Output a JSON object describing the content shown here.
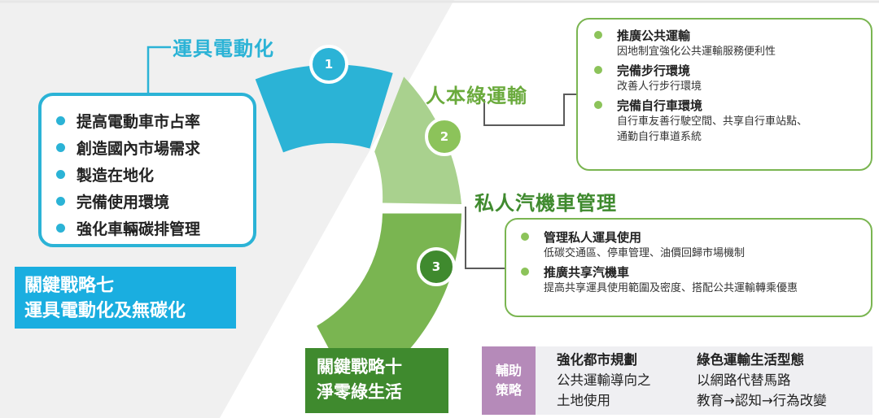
{
  "colors": {
    "blue": "#2bb3d6",
    "label_blue": "#1aaee0",
    "light_green": "#8cc35a",
    "pale_green": "#a9d18e",
    "mid_green": "#7ab551",
    "dark_green": "#3f8a2e",
    "purple": "#b58ab9",
    "gray_bg": "#f0f0f0"
  },
  "segments": [
    {
      "number": "1",
      "title": "運具電動化"
    },
    {
      "number": "2",
      "title": "人本綠運輸"
    },
    {
      "number": "3",
      "title": "私人汽機車管理"
    }
  ],
  "strategy7": {
    "items": [
      "提高電動車市占率",
      "創造國內市場需求",
      "製造在地化",
      "完備使用環境",
      "強化車輛碳排管理"
    ],
    "label_line1": "關鍵戰略七",
    "label_line2": "運具電動化及無碳化"
  },
  "human_transport": {
    "groups": [
      {
        "title": "推廣公共運輸",
        "desc": [
          "因地制宜強化公共運輸服務便利性"
        ]
      },
      {
        "title": "完備步行環境",
        "desc": [
          "改善人行步行環境"
        ]
      },
      {
        "title": "完備自行車環境",
        "desc": [
          "自行車友善行駛空間、共享自行車站點、",
          "通勤自行車道系統"
        ]
      }
    ]
  },
  "private_vehicle": {
    "groups": [
      {
        "title": "管理私人運具使用",
        "desc": [
          "低碳交通區、停車管理、油價回歸市場機制"
        ]
      },
      {
        "title": "推廣共享汽機車",
        "desc": [
          "提高共享運具使用範圍及密度、搭配公共運輸轉乘優惠"
        ]
      }
    ]
  },
  "strategy10": {
    "label_line1": "關鍵戰略十",
    "label_line2": "淨零綠生活"
  },
  "auxiliary": {
    "tag_line1": "輔助",
    "tag_line2": "策略",
    "col1": {
      "head": "強化都市規劃",
      "line1": "公共運輸導向之",
      "line2": "土地使用"
    },
    "col2": {
      "head": "綠色運輸生活型態",
      "line1": "以網路代替馬路",
      "line2": "教育→認知→行為改變"
    }
  }
}
